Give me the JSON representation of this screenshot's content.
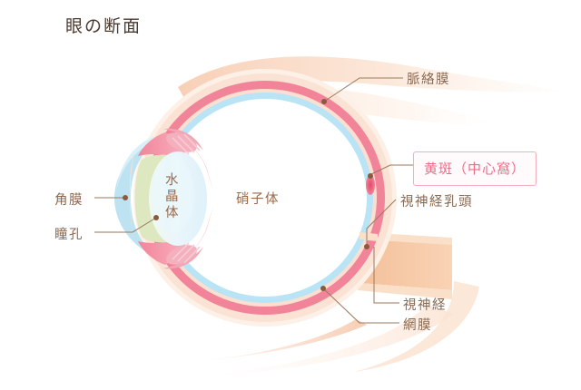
{
  "page": {
    "title": "眼の断面",
    "background": "#ffffff"
  },
  "colors": {
    "text_brown": "#8a6a52",
    "text_dark": "#4a3a30",
    "inner_label": "#9a6a4a",
    "accent_pink": "#ef6b8a",
    "badge_border": "#f4aebd",
    "sclera_outer": "#fae3d4",
    "sclera_pale": "#fdf0e6",
    "choroid_pink": "#f2849a",
    "retina_blue": "#b8e4f5",
    "cornea_blue": "#bde3f2",
    "lens_blue": "#e6f4fa",
    "aqueous_green": "#dde8c0",
    "iris_pink": "#f299ac",
    "nerve_peach": "#f6c9a6",
    "leader_line": "#9a7a5e",
    "vitreous_white": "#ffffff"
  },
  "labels": {
    "choroid": "脈絡膜",
    "macula": "黄斑（中心窩）",
    "optic_disc": "視神経乳頭",
    "optic_nerve": "視神経",
    "retina": "網膜",
    "cornea": "角膜",
    "pupil": "瞳孔",
    "lens_line1": "水",
    "lens_line2": "晶",
    "lens_line3": "体",
    "lens_full": "水晶体",
    "vitreous": "硝子体"
  },
  "diagram": {
    "type": "anatomical-cross-section",
    "subject": "human-eye",
    "parts": [
      {
        "id": "choroid",
        "label": "脈絡膜",
        "color": "#f2849a"
      },
      {
        "id": "macula",
        "label": "黄斑（中心窩）",
        "color": "#ef6b8a",
        "highlighted": true
      },
      {
        "id": "optic-disc",
        "label": "視神経乳頭",
        "color": "#f6c9a6"
      },
      {
        "id": "optic-nerve",
        "label": "視神経",
        "color": "#f6c9a6"
      },
      {
        "id": "retina",
        "label": "網膜",
        "color": "#b8e4f5"
      },
      {
        "id": "cornea",
        "label": "角膜",
        "color": "#bde3f2"
      },
      {
        "id": "pupil",
        "label": "瞳孔",
        "color": "#dde8c0"
      },
      {
        "id": "lens",
        "label": "水晶体",
        "color": "#e6f4fa"
      },
      {
        "id": "vitreous",
        "label": "硝子体",
        "color": "#ffffff"
      }
    ]
  }
}
